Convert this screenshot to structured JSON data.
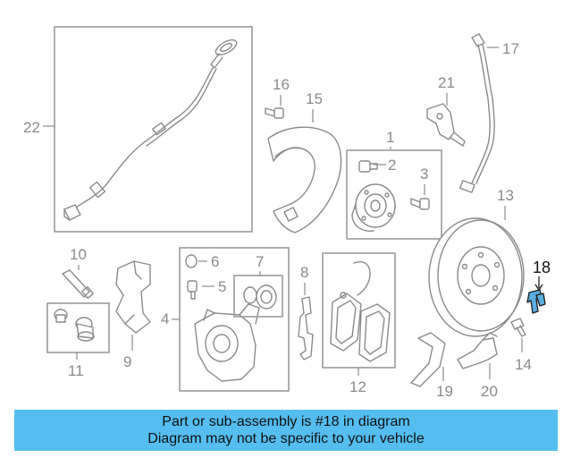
{
  "callouts": {
    "c1": "1",
    "c2": "2",
    "c3": "3",
    "c4": "4",
    "c5": "5",
    "c6": "6",
    "c7": "7",
    "c8": "8",
    "c9": "9",
    "c10": "10",
    "c11": "11",
    "c12": "12",
    "c13": "13",
    "c14": "14",
    "c15": "15",
    "c16": "16",
    "c17": "17",
    "c18": "18",
    "c19": "19",
    "c20": "20",
    "c21": "21",
    "c22": "22"
  },
  "highlight": {
    "part": "18",
    "color": "#5aaee0"
  },
  "banner": {
    "line1": "Part or sub-assembly is #18 in diagram",
    "line2": "Diagram may not be specific to your vehicle",
    "background": "#55bdf0"
  }
}
